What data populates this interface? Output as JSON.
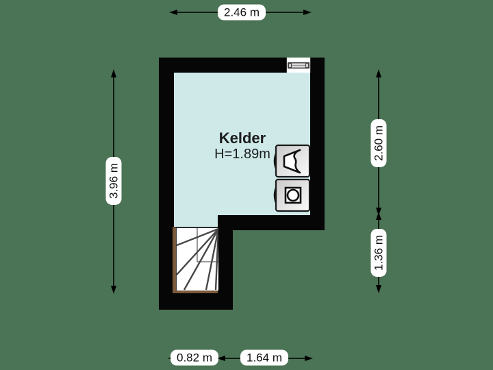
{
  "floorplan": {
    "room": {
      "name": "Kelder",
      "ceiling_height": "H=1.89m"
    },
    "dimensions": {
      "top_width": "2.46 m",
      "left_height": "3.96 m",
      "right_upper_height": "2.60 m",
      "right_lower_height": "1.36 m",
      "bottom_left_width": "0.82 m",
      "bottom_right_width": "1.64 m"
    },
    "fixtures": {
      "sink": "sink-icon",
      "washing_machine": "washing-machine-icon",
      "window": "window-symbol",
      "stairs": "winder-stairs-symbol"
    },
    "colors": {
      "background": "#4b7355",
      "room_fill": "#cfe9e9",
      "wall": "#060606",
      "stair_trim": "#7a5a3a",
      "dimension_label_bg": "#ffffff",
      "dimension_text": "#111111"
    }
  }
}
